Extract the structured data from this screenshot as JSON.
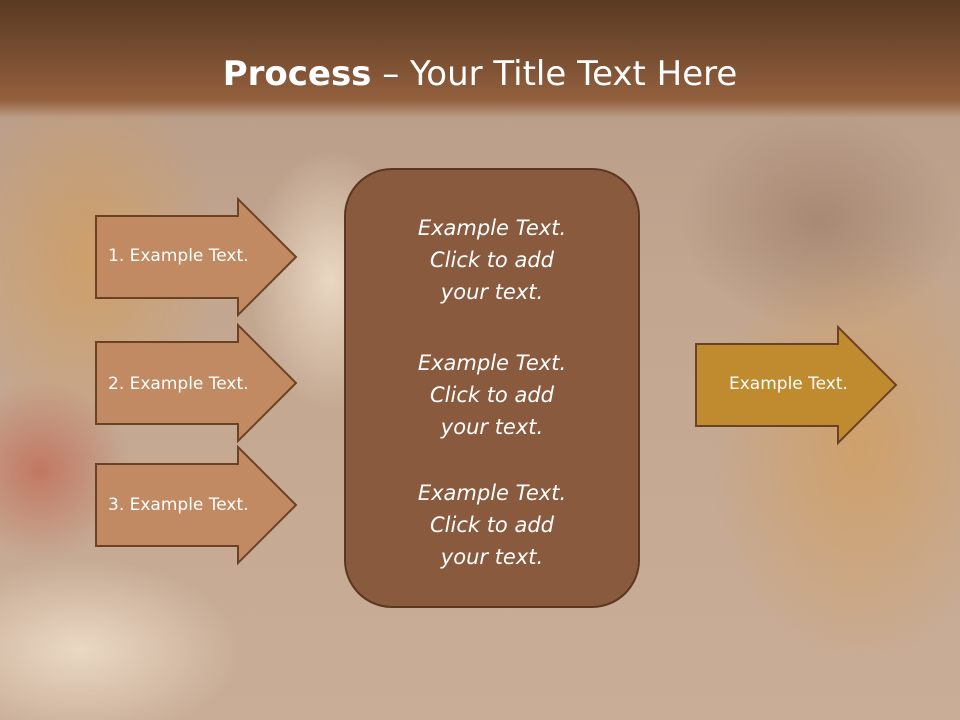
{
  "title": {
    "bold": "Process",
    "rest": " – Your Title Text Here"
  },
  "center_box": {
    "items": [
      "Example Text.\nClick  to add\nyour text.",
      "Example Text.\nClick  to add\nyour text.",
      "Example Text.\nClick  to add\nyour text."
    ]
  },
  "left_arrows": [
    "1. Example Text.",
    "2. Example Text.",
    "3. Example Text."
  ],
  "right_arrow": "Example Text.",
  "colors": {
    "title_bar": "#7a4f32",
    "center_box": "#8a5a3e",
    "left_arrow_fill": "#c18a62",
    "right_arrow_fill": "#c08a2e"
  }
}
